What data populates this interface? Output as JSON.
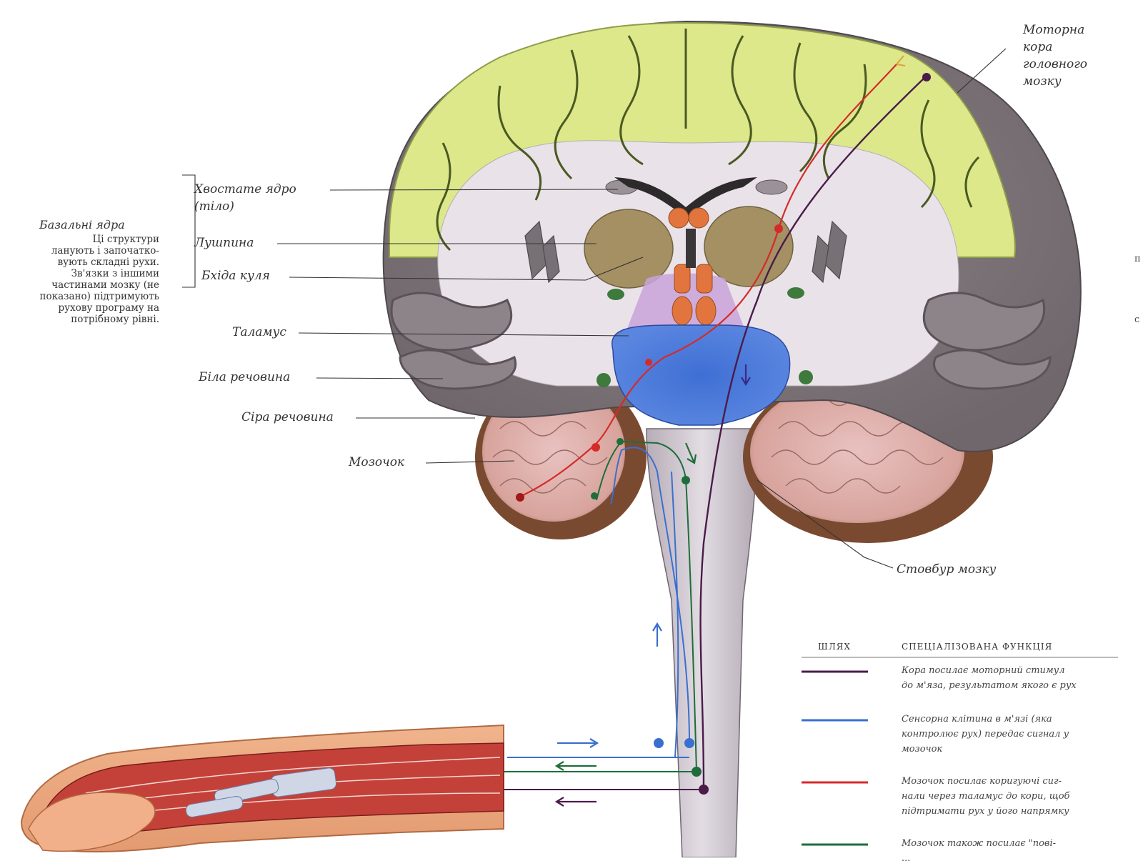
{
  "labels": {
    "motor_cortex": "Моторна\nкора\nголовного\nмозку",
    "caudate": "Хвостате ядро\n(тіло)",
    "putamen": "Лушпина",
    "globus": "Бхіда куля",
    "thalamus": "Таламус",
    "white": "Біла речовина",
    "gray": "Сіра речовина",
    "cerebellum": "Мозочок",
    "brainstem": "Стовбур мозку"
  },
  "basal": {
    "title": "Базальні  ядра",
    "text": "Ці структури\nланують і започатко-\nвують складні рухи.\nЗв'язки з іншими\nчастинами мозку (не\nпоказано) підтримують\nрухову програму на\nпотрібному рівні."
  },
  "legend": {
    "col1": "ШЛЯХ",
    "col2": "СПЕЦІАЛІЗОВАНА ФУНКЦІЯ",
    "rows": [
      {
        "color": "#4a1c4a",
        "text": "Кора посилає моторний стимул\nдо м'яза, результатом якого є рух"
      },
      {
        "color": "#3a6fd0",
        "text": "Сенсорна клітина в м'язі (яка\nконтролює рух) передає сигнал у\nмозочок"
      },
      {
        "color": "#d62a2a",
        "text": "Мозочок посилає коригуючі сиг-\nнали через таламус до кори, щоб\nпідтримати рух у його напрямку"
      },
      {
        "color": "#1d6e3a",
        "text": "Мозочок також посилає \"пові-\n..."
      }
    ]
  },
  "edge_marks": [
    "п",
    "с"
  ]
}
